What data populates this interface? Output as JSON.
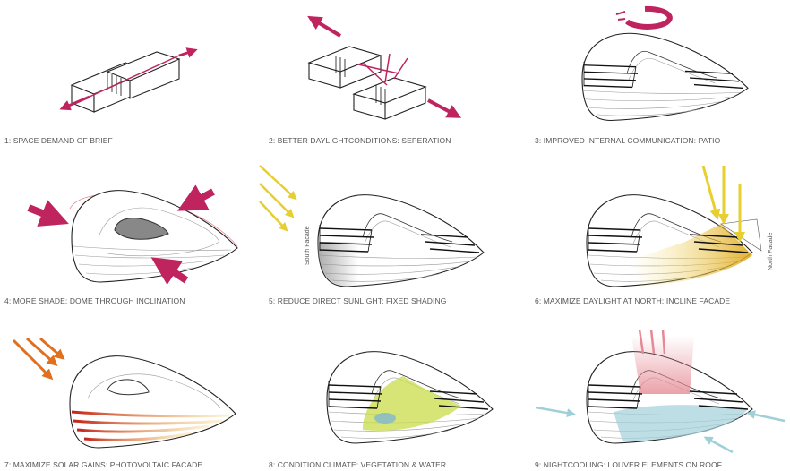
{
  "panels": [
    {
      "caption": "1: SPACE DEMAND OF BRIEF"
    },
    {
      "caption": "2: BETTER DAYLIGHTCONDITIONS: SEPERATION"
    },
    {
      "caption": "3: IMPROVED INTERNAL COMMUNICATION: PATIO"
    },
    {
      "caption": "4: MORE SHADE: DOME THROUGH  INCLINATION"
    },
    {
      "caption": "5: REDUCE DIRECT SUNLIGHT: FIXED SHADING",
      "label": "South Facade"
    },
    {
      "caption": "6: MAXIMIZE DAYLIGHT AT NORTH: INCLINE FACADE",
      "label": "North Facade"
    },
    {
      "caption": "7: MAXIMIZE SOLAR GAINS: PHOTOVOLTAIC FACADE"
    },
    {
      "caption": "8: CONDITION CLIMATE: VEGETATION & WATER"
    },
    {
      "caption": "9: NIGHTCOOLING: LOUVER ELEMENTS ON ROOF"
    }
  ],
  "colors": {
    "arrow": "#c0245f",
    "sun": "#e6cf2e",
    "solar": "#d9461e",
    "vegetation": "#c9dc4a",
    "water": "#9fd0d8",
    "heat": "#e58a94"
  }
}
